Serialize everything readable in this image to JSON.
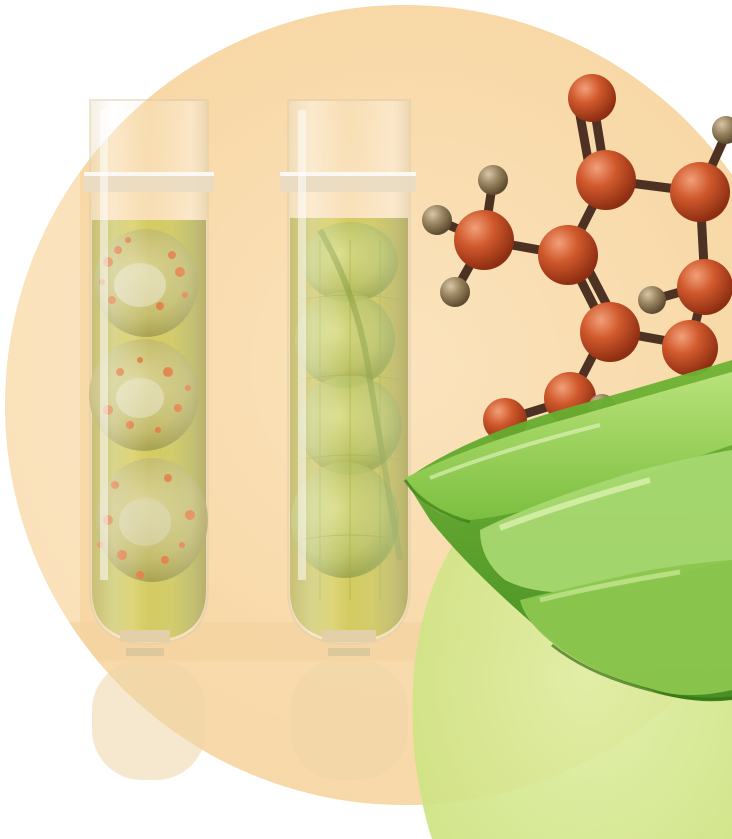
{
  "scene": {
    "subject": "illustration-test-tubes-molecule-aloe",
    "colors": {
      "background": "#ffffff",
      "circle": "#f9dcae",
      "circle_edge": "#f5cf98",
      "green_disc": "#d7e88f",
      "green_disc_edge": "#c6dd74",
      "tube_glass": "#f7ecd8",
      "tube_highlight": "#ffffff",
      "liquid": "#c2ba3c",
      "liquid_dark": "#9a9a25",
      "orange_spot": "#d9641f",
      "cell_green": "#aab84a",
      "atom_red": "#c0451f",
      "atom_red_light": "#e0794a",
      "atom_tan": "#8a7658",
      "bond": "#4d3224",
      "aloe_light": "#a6d86a",
      "aloe_mid": "#7cbf3f",
      "aloe_dark": "#4f9a24"
    },
    "elements": {
      "tubes": [
        "left-test-tube",
        "right-test-tube"
      ],
      "molecule": "molecule-model",
      "leaf": "aloe-leaf"
    }
  }
}
